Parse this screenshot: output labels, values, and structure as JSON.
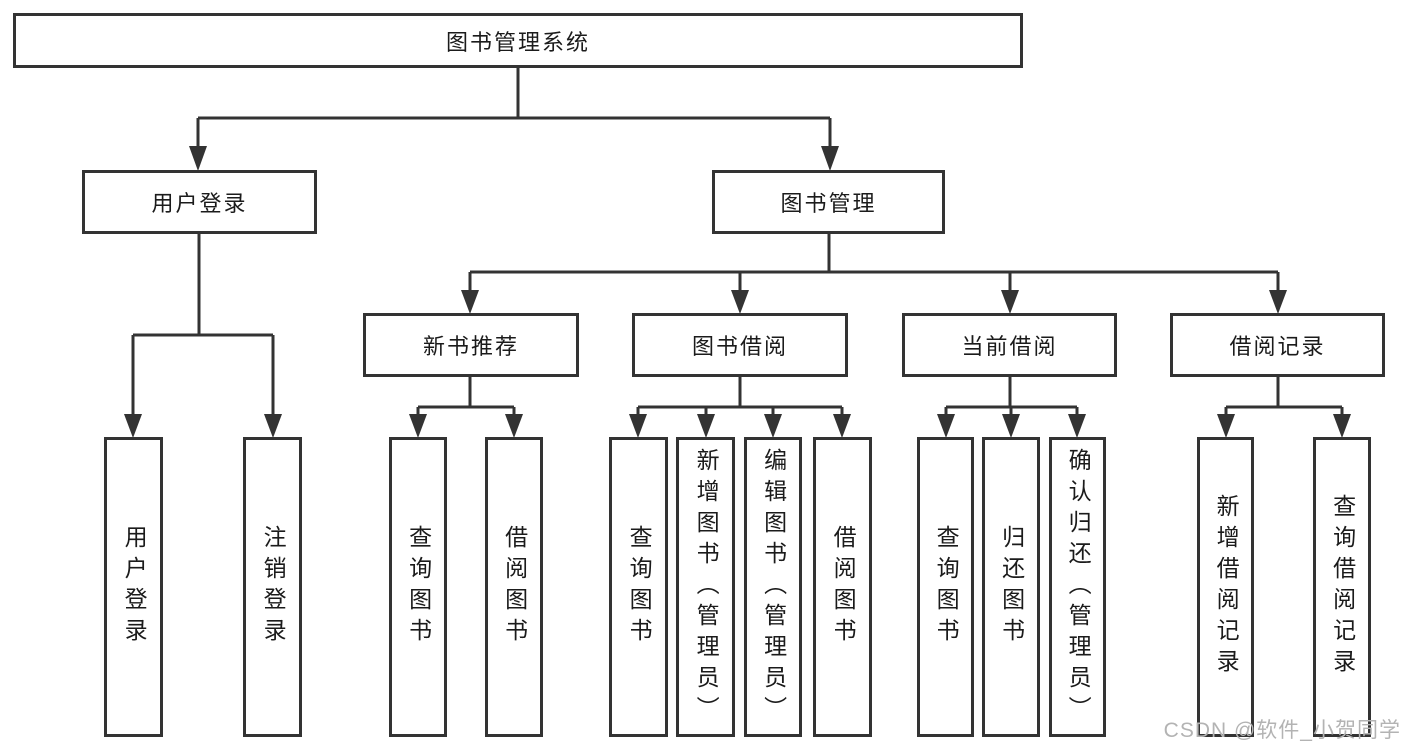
{
  "tree": {
    "label": "图书管理系统",
    "children": [
      {
        "label": "用户登录",
        "children": [
          {
            "label": "用户登录"
          },
          {
            "label": "注销登录"
          }
        ]
      },
      {
        "label": "图书管理",
        "children": [
          {
            "label": "新书推荐",
            "children": [
              {
                "label": "查询图书"
              },
              {
                "label": "借阅图书"
              }
            ]
          },
          {
            "label": "图书借阅",
            "children": [
              {
                "label": "查询图书"
              },
              {
                "label": "新增图书（管理员）"
              },
              {
                "label": "编辑图书（管理员）"
              },
              {
                "label": "借阅图书"
              }
            ]
          },
          {
            "label": "当前借阅",
            "children": [
              {
                "label": "查询图书"
              },
              {
                "label": "归还图书"
              },
              {
                "label": "确认归还（管理员）"
              }
            ]
          },
          {
            "label": "借阅记录",
            "children": [
              {
                "label": "新增借阅记录"
              },
              {
                "label": "查询借阅记录"
              }
            ]
          }
        ]
      }
    ]
  },
  "watermark": "CSDN @软件_小贺同学",
  "colors": {
    "line": "#333333",
    "text": "#1b1b1b",
    "background": "#ffffff",
    "watermark": "#b3b3b3"
  }
}
